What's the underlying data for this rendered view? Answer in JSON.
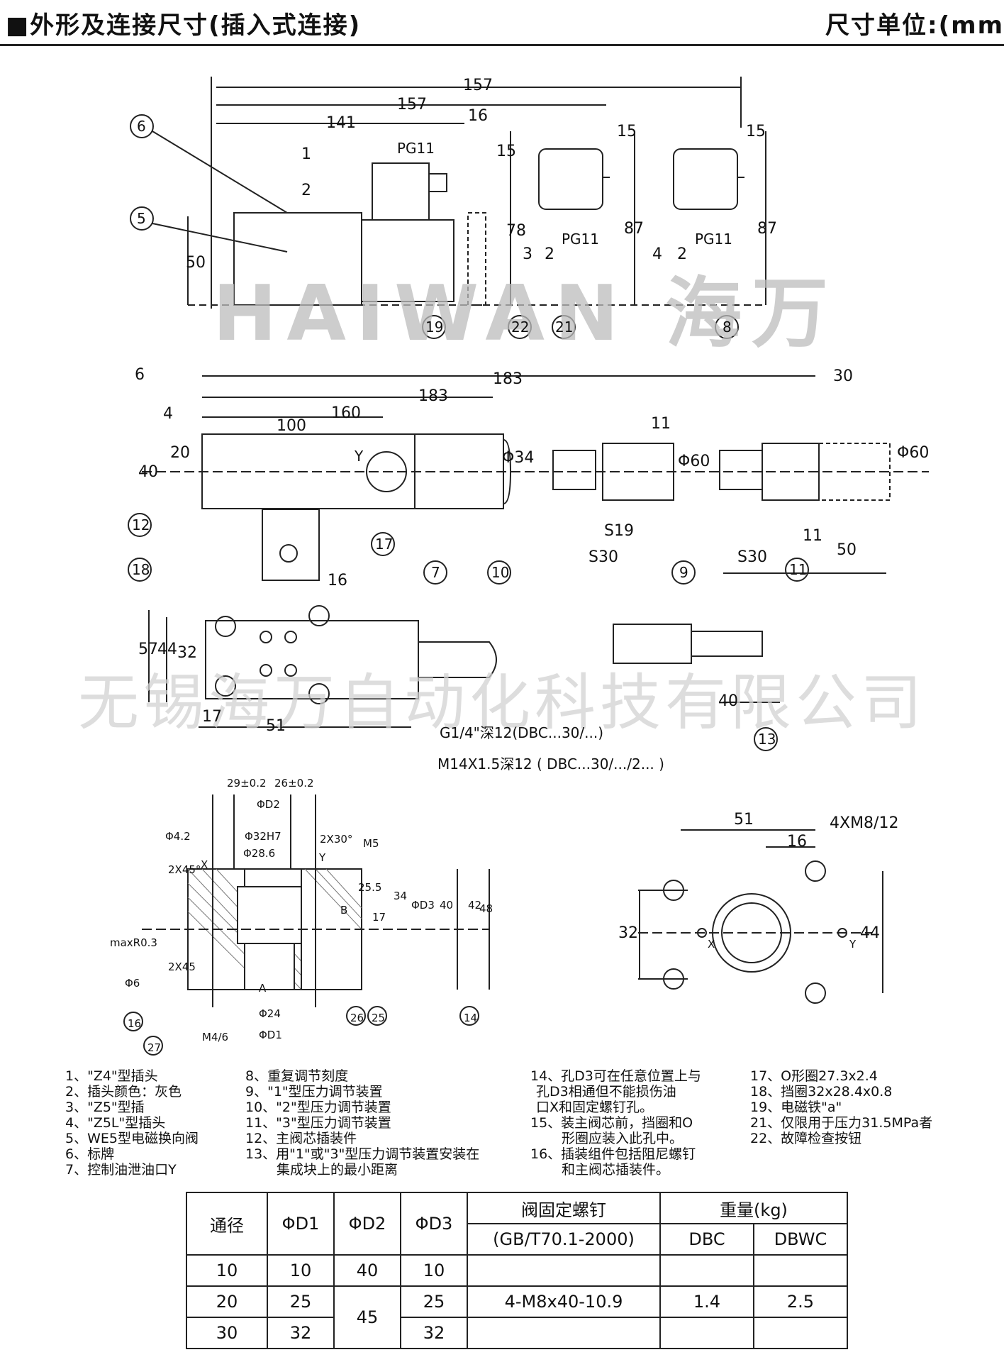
{
  "header": {
    "title": "■外形及连接尺寸(插入式连接)",
    "unit": "尺寸单位:(mm"
  },
  "watermark": {
    "brand": "HAIWAN 海万",
    "company": "无锡海万自动化科技有限公司"
  },
  "dims": {
    "d157a": "157",
    "d157b": "157",
    "d141": "141",
    "d16a": "16",
    "d15a": "15",
    "d15b": "15",
    "d15c": "15",
    "d78": "78",
    "d87a": "87",
    "d87b": "87",
    "d50": "50",
    "pg11a": "PG11",
    "pg11b": "PG11",
    "pg11c": "PG11",
    "d183a": "183",
    "d183b": "183",
    "d160": "160",
    "d100": "100",
    "d30": "30",
    "d4": "4",
    "d20": "20",
    "d40": "40",
    "phi34": "Φ34",
    "d11a": "11",
    "phi60a": "Φ60",
    "phi60b": "Φ60",
    "s19": "S19",
    "s30a": "S30",
    "s30b": "S30",
    "d11b": "11",
    "d50b": "50",
    "d16b": "16",
    "y": "Y",
    "d57": "57",
    "d44": "44",
    "d32": "32",
    "d17": "17",
    "d51": "51",
    "d40b": "40",
    "g14": "G1/4\"深12(DBC...30/...)",
    "m14": "M14X1.5深12 ( DBC...30/.../2... )",
    "t29": "29±0.2",
    "t26": "26±0.2",
    "tD2": "ΦD2",
    "t42": "Φ4.2",
    "t32h7": "Φ32H7",
    "t286": "Φ28.6",
    "t2x30": "2X30°",
    "tm5": "M5",
    "tx": "X",
    "ty": "Y",
    "t2x45": "2X45°",
    "t255": "25.5",
    "t34": "34",
    "tD3": "ΦD3",
    "t40": "40",
    "t42b": "42",
    "t48": "48",
    "tb": "B",
    "t17": "17",
    "tmaxr": "maxR0.3",
    "t2x45b": "2X45",
    "t6": "Φ6",
    "ta": "A",
    "t24": "Φ24",
    "tD1": "ΦD1",
    "tm46": "M4/6",
    "b51": "51",
    "b4xm8": "4XM8/12",
    "b16": "16",
    "b32": "32",
    "b44": "44",
    "bx": "X",
    "by": "Y"
  },
  "notes": {
    "col1": [
      "1、\"Z4\"型插头",
      "2、插头颜色：灰色",
      "3、\"Z5\"型插",
      "4、\"Z5L\"型插头",
      "5、WE5型电磁换向阀",
      "6、标牌",
      "7、控制油泄油口Y"
    ],
    "col2": [
      "8、重复调节刻度",
      "9、\"1\"型压力调节装置",
      "10、\"2\"型压力调节装置",
      "11、\"3\"型压力调节装置",
      "12、主阀芯插装件",
      "13、用\"1\"或\"3\"型压力调节装置安装在",
      "集成块上的最小距离"
    ],
    "col3": [
      "14、孔D3可在任意位置上与",
      "孔D3相通但不能损伤油",
      "口X和固定螺钉孔。",
      "15、装主阀芯前，挡圈和O",
      "形圈应装入此孔中。",
      "16、插装组件包括阻尼螺钉",
      "和主阀芯插装件。"
    ],
    "col4": [
      "17、O形圈27.3x2.4",
      "18、挡圈32x28.4x0.8",
      "19、电磁铁\"a\"",
      "21、仅限用于压力31.5MPa者",
      "22、故障检查按钮"
    ]
  },
  "table": {
    "h_tongjing": "通径",
    "h_d1": "ΦD1",
    "h_d2": "ΦD2",
    "h_d3": "ΦD3",
    "h_screw": "阀固定螺钉",
    "h_screw_std": "(GB/T70.1-2000)",
    "h_weight": "重量(kg)",
    "h_dbc": "DBC",
    "h_dbwc": "DBWC",
    "r1": [
      "10",
      "10",
      "40",
      "10"
    ],
    "r2": [
      "20",
      "25",
      "45",
      "25"
    ],
    "r3": [
      "30",
      "32",
      "32"
    ],
    "screw": "4-M8x40-10.9",
    "w_dbc": "1.4",
    "w_dbwc": "2.5"
  },
  "callouts": [
    "6",
    "5",
    "19",
    "22",
    "21",
    "8",
    "6",
    "12",
    "18",
    "17",
    "7",
    "10",
    "9",
    "11",
    "13",
    "16",
    "27",
    "26",
    "25",
    "14"
  ]
}
